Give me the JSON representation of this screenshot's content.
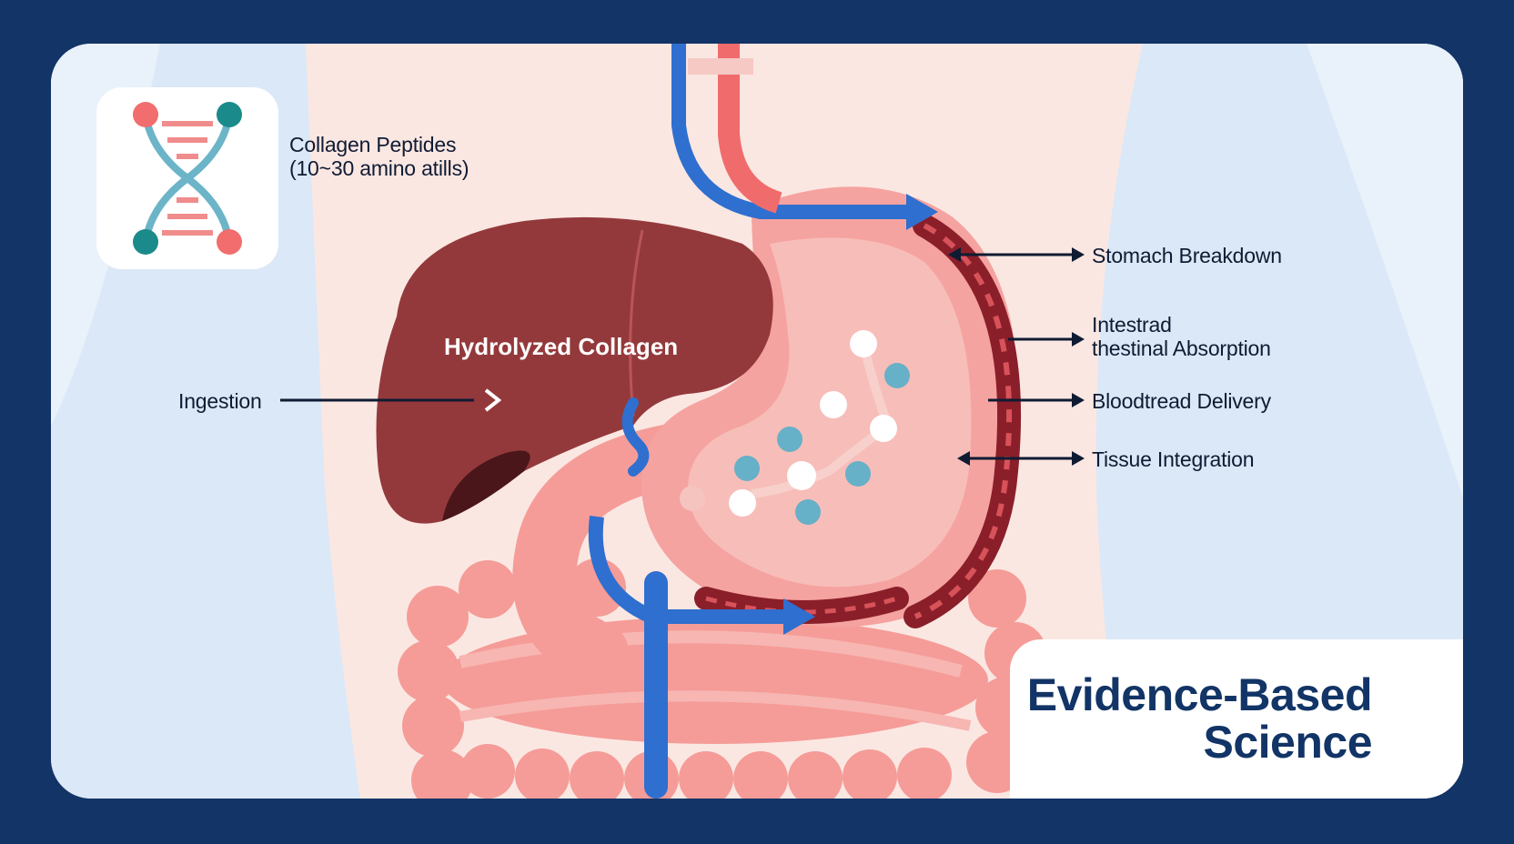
{
  "dna_label": {
    "line1": "Collagen Peptides",
    "line2": "(10~30 amino atills)"
  },
  "liver_label": "Hydrolyzed Collagen",
  "ingestion_label": "Ingestion",
  "steps": [
    {
      "line1": "Stomach Breakdown"
    },
    {
      "line1": "Intestrad",
      "line2": "thestinal Absorption"
    },
    {
      "line1": "Bloodtread Delivery"
    },
    {
      "line1": "Tissue Integration"
    }
  ],
  "badge": {
    "line1": "Evidence-Based",
    "line2": "Science"
  },
  "colors": {
    "background": "#123466",
    "liver": "#94393b",
    "stomach": "#f5a3a0",
    "vein": "#2f6fcf",
    "artery": "#f06c6c",
    "arrow": "#0f1b33"
  }
}
